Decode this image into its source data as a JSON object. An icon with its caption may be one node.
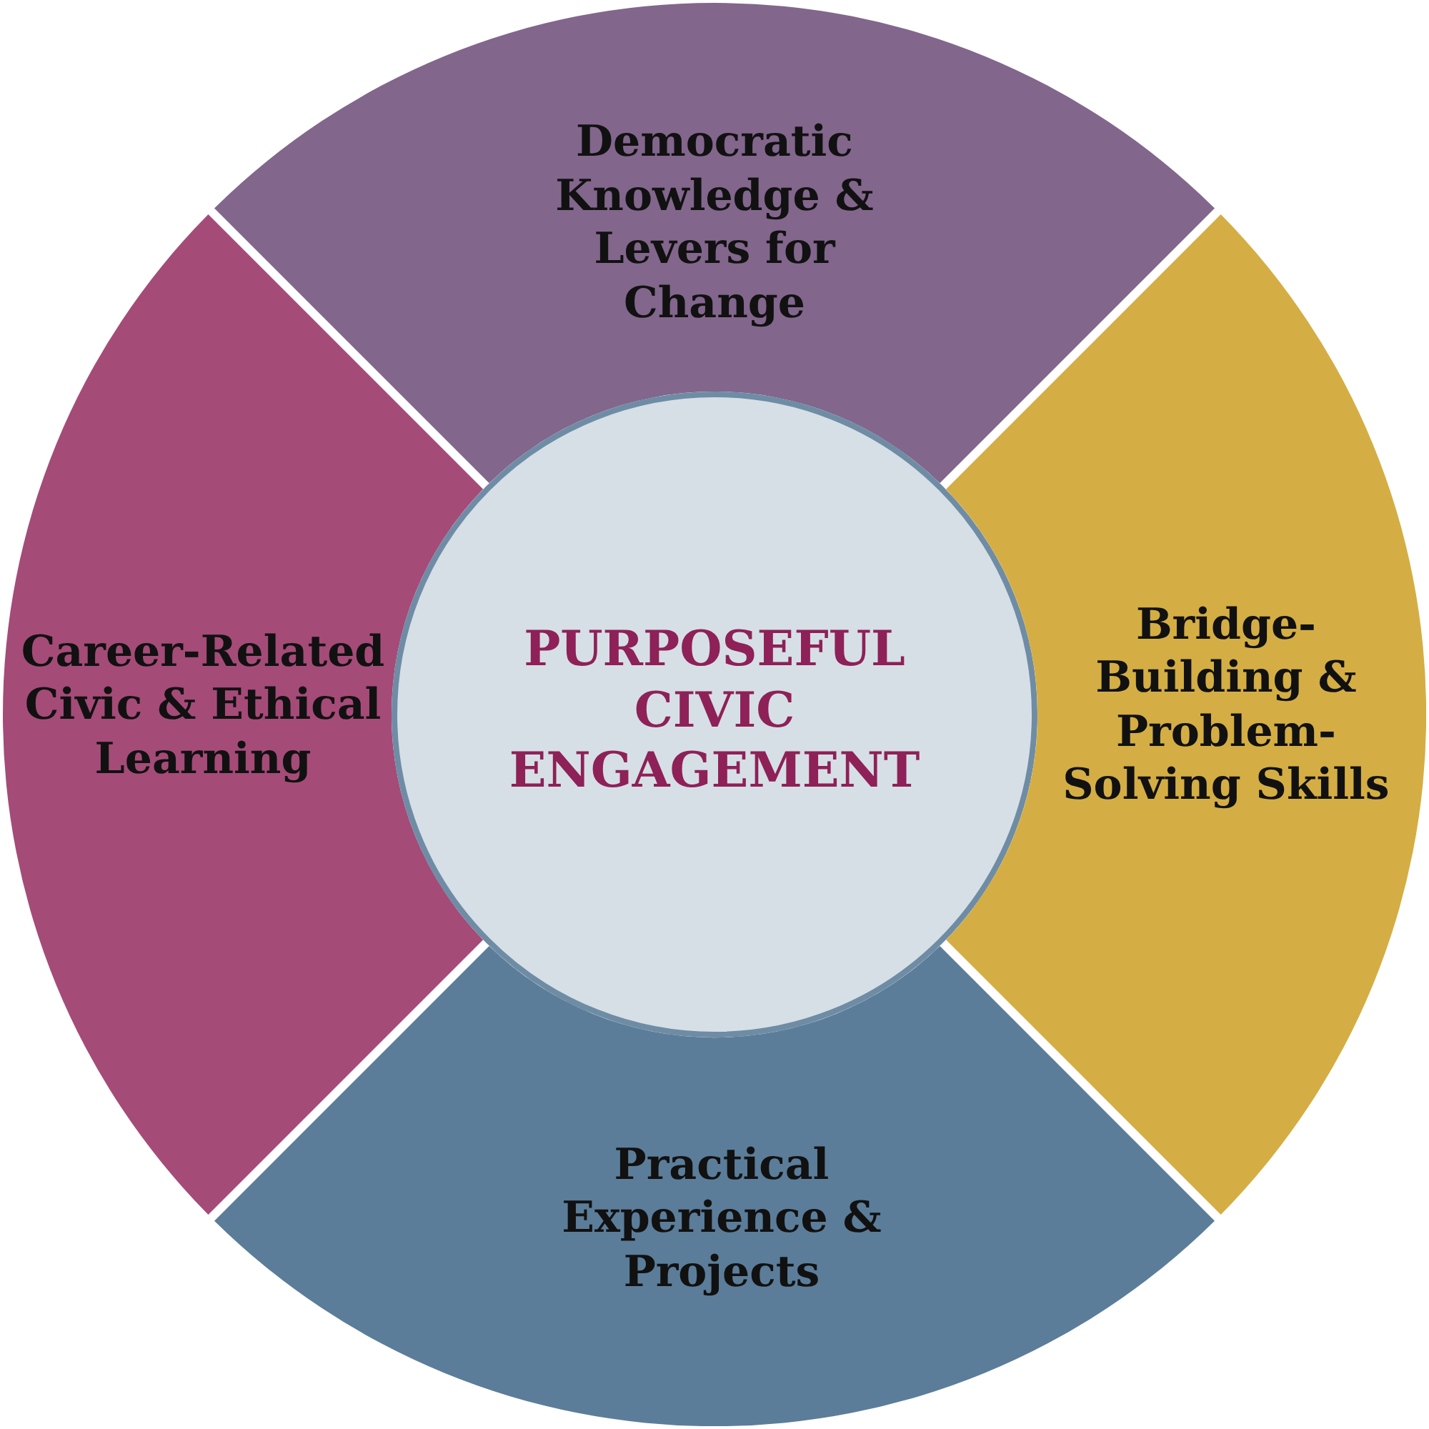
{
  "diagram": {
    "nodes": [
      {
        "text": [
          "Democratic Knowledge & Levers for Change"
        ]
      },
      {
        "text": [
          "Career-Related Civic & Ethical Learning"
        ]
      },
      {
        "text": [
          "PURPOSEFUL CIVIC ENGAGEMENT"
        ]
      },
      {
        "text": [
          "Bridge-Building & Problem-Solving Skills"
        ]
      },
      {
        "text": [
          "Practical Experience & Projects"
        ]
      }
    ]
  }
}
